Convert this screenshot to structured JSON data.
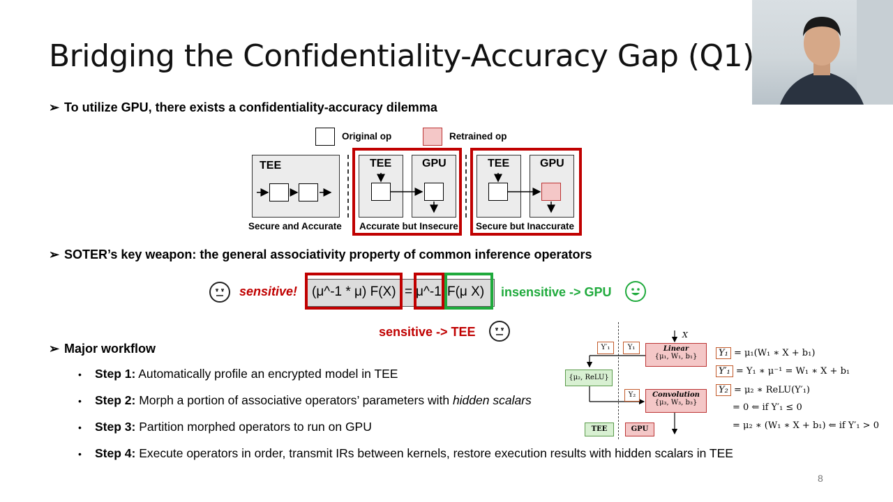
{
  "slide": {
    "title": "Bridging the Confidentiality-Accuracy Gap (Q1)",
    "page_number": "8"
  },
  "bullets": {
    "b1": "To utilize GPU, there exists a confidentiality-accuracy dilemma",
    "b2": "SOTER’s key weapon: the general associativity property of common inference operators",
    "b3": "Major workflow",
    "arrow_glyph": "➢"
  },
  "legend": {
    "original": "Original op",
    "retrained": "Retrained op"
  },
  "diagram1": {
    "panel1": {
      "label": "TEE",
      "caption": "Secure and Accurate"
    },
    "panel2": {
      "tee": "TEE",
      "gpu": "GPU",
      "caption": "Accurate but Insecure"
    },
    "panel3": {
      "tee": "TEE",
      "gpu": "GPU",
      "caption": "Secure but Inaccurate"
    },
    "colors": {
      "red": "#c00000",
      "pink": "#f4c7c7",
      "gray": "#ececec"
    }
  },
  "formula": {
    "sensitive": "sensitive!",
    "left": "(μ^-1 * μ) F(X)",
    "equals": "=",
    "mid": "μ^-1",
    "right": "F(μ X)",
    "insensitive": "insensitive -> GPU",
    "sensitive_tee": "sensitive -> TEE",
    "colors": {
      "red": "#c00000",
      "green": "#1faa3c"
    }
  },
  "steps": [
    {
      "bold": "Step 1:",
      "text": " Automatically profile an encrypted model in TEE",
      "italic": ""
    },
    {
      "bold": "Step 2:",
      "text": " Morph a portion of associative operators’ parameters with ",
      "italic": "hidden scalars"
    },
    {
      "bold": "Step 3:",
      "text": " Partition morphed operators to run on GPU",
      "italic": ""
    },
    {
      "bold": "Step 4:",
      "text": " Execute operators in order, transmit IRs between kernels, restore execution results with hidden scalars in TEE",
      "italic": ""
    }
  ],
  "workflow": {
    "x_label": "X",
    "y1p": "Y′₁",
    "y1": "Y₁",
    "linear": "Linear",
    "linear_params": "{μ₁, W₁, b₁}",
    "relu": "{μ₂, ReLU}",
    "y2": "Y₂",
    "conv": "Convolution",
    "conv_params": "{μ₃, W₃, b₃}",
    "tee": "TEE",
    "gpu": "GPU"
  },
  "equations": [
    {
      "sym": "Y₁",
      "rhs": "= μ₁(W₁ ∗ X + b₁)"
    },
    {
      "sym": "Y′₁",
      "rhs": "= Y₁ ∗ μ⁻¹ = W₁ ∗ X + b₁"
    },
    {
      "sym": "Y₂",
      "rhs": "= μ₂ ∗ ReLU(Y′₁)"
    },
    {
      "sym": "",
      "rhs": "= 0 ⇐ if Y′₁ ≤ 0"
    },
    {
      "sym": "",
      "rhs": "= μ₂ ∗ (W₁ ∗ X + b₁) ⇐ if Y′₁ > 0"
    }
  ]
}
